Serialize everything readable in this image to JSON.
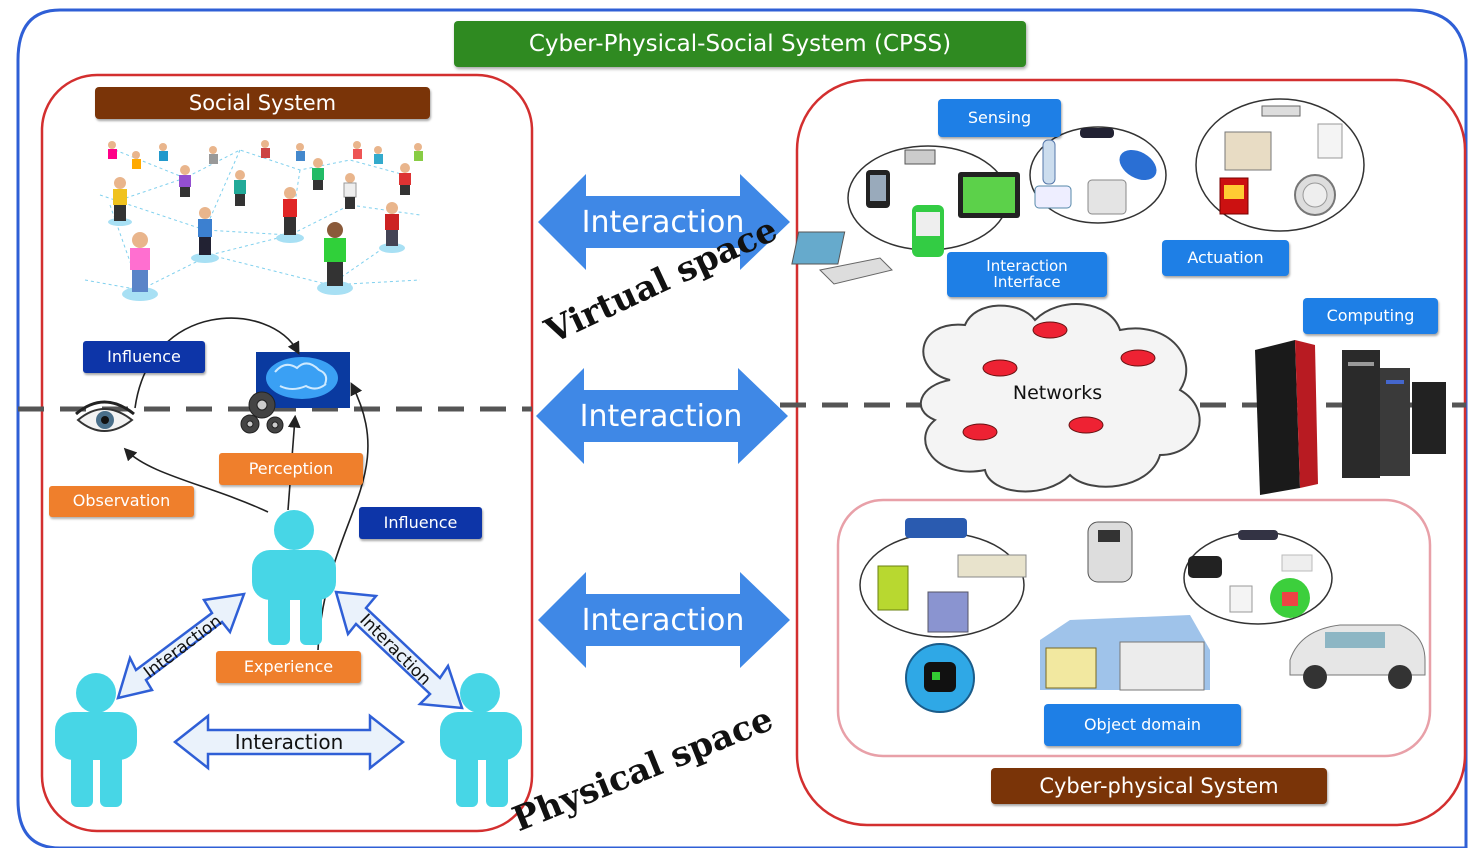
{
  "cpss_title": "Cyber-Physical-Social System (CPSS)",
  "social": {
    "title": "Social System",
    "labels": {
      "influence_top": "Influence",
      "perception": "Perception",
      "observation": "Observation",
      "influence_right": "Influence",
      "experience": "Experience",
      "interaction_left": "Interaction",
      "interaction_right": "Interaction",
      "interaction_bottom": "Interaction"
    }
  },
  "center": {
    "interaction_top": "Interaction",
    "interaction_middle": "Interaction",
    "interaction_bottom": "Interaction",
    "virtual_space": "Virtual space",
    "physical_space": "Physical space"
  },
  "cyber": {
    "title": "Cyber-physical System",
    "labels": {
      "sensing": "Sensing",
      "interaction_interface": "Interaction\nInterface",
      "actuation": "Actuation",
      "computing": "Computing",
      "networks": "Networks",
      "object_domain": "Object domain"
    }
  },
  "colors": {
    "outer_border": "#2f5fd6",
    "system_border": "#d32f2f",
    "object_border": "#e8a0a8",
    "interaction_arrow": "#3f88e6",
    "people": "#47d6e6",
    "label_blue": "#1e7fe6",
    "label_navy": "#0d35a8",
    "label_orange": "#ef7f2c",
    "label_brown": "#7a3408",
    "label_green": "#2f8a21"
  }
}
